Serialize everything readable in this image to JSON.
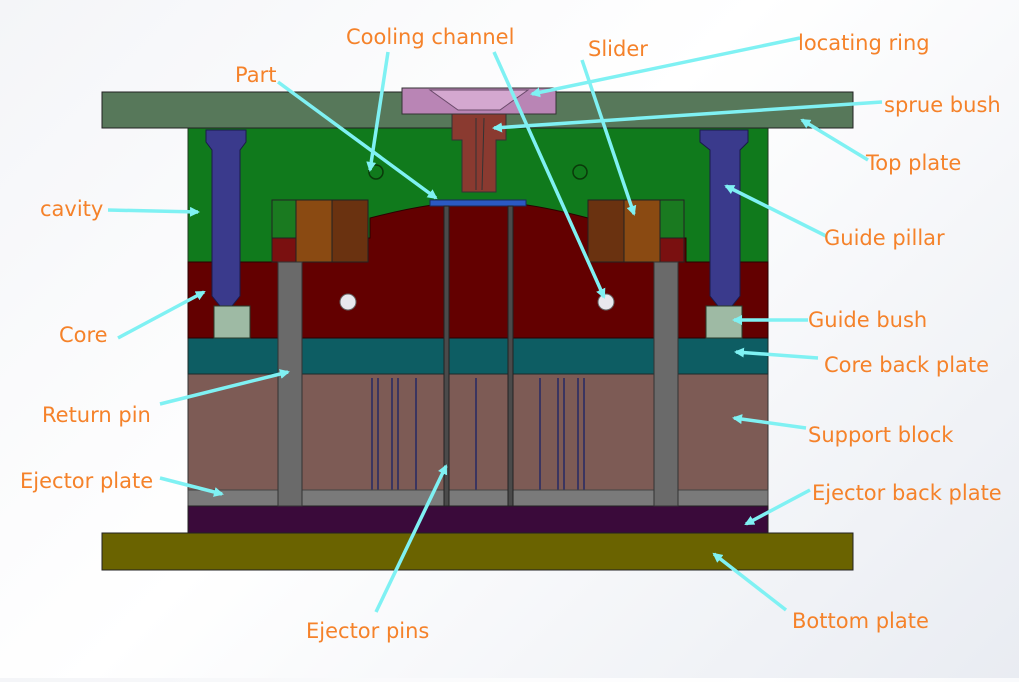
{
  "colors": {
    "label": "#f5822a",
    "leader": "#7ff1f3",
    "top_plate": "#57785a",
    "cavity": "#107a1c",
    "core": "#630000",
    "core_back_plate": "#0d5d63",
    "support_block": "#7d5b55",
    "ejector_back_plate": "#3a0a3a",
    "bottom_plate": "#6a6300",
    "guide_pillar": "#3a3a8c",
    "locating_ring": "#b985b5",
    "sprue_bush": "#8a3a30",
    "slider": "#8a4a12"
  },
  "labels": {
    "cooling_channel": "Cooling channel",
    "slider": "Slider",
    "locating_ring": "locating ring",
    "part": "Part",
    "sprue_bush": "sprue bush",
    "top_plate": "Top plate",
    "cavity": "cavity",
    "guide_pillar": "Guide pillar",
    "core": "Core",
    "guide_bush": "Guide bush",
    "core_back_plate": "Core back plate",
    "return_pin": "Return pin",
    "support_block": "Support block",
    "ejector_plate": "Ejector plate",
    "ejector_back_plate": "Ejector back plate",
    "ejector_pins": "Ejector pins",
    "bottom_plate": "Bottom plate"
  }
}
